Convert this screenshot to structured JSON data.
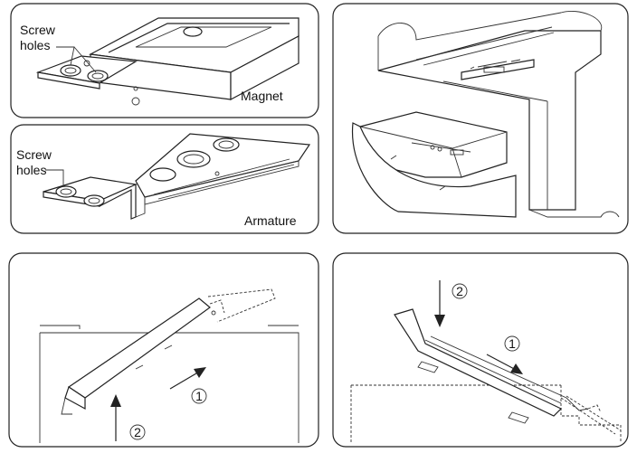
{
  "panels": {
    "magnet": {
      "callout": [
        "Screw",
        "holes"
      ],
      "part_label": "Magnet"
    },
    "armature": {
      "callout": [
        "Screw",
        "holes"
      ],
      "part_label": "Armature"
    },
    "install_left": {
      "step1": "1",
      "step2": "2"
    },
    "install_right": {
      "step1": "1",
      "step2": "2"
    }
  },
  "colors": {
    "line": "#222222",
    "background": "#ffffff"
  }
}
